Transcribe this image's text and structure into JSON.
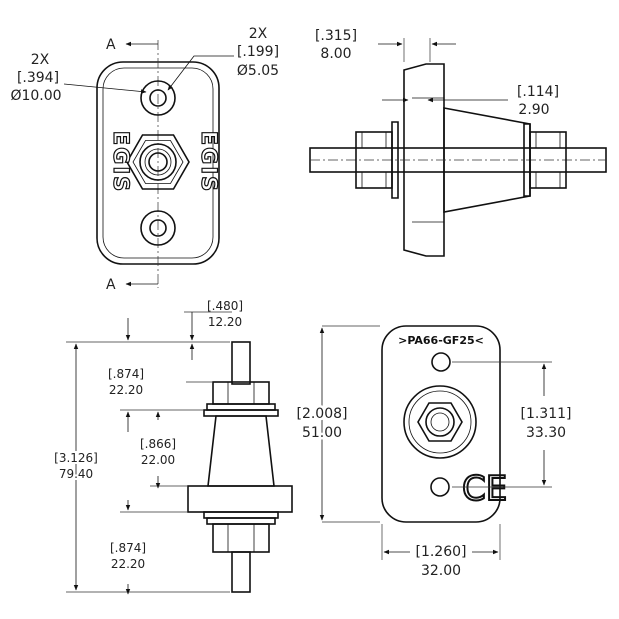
{
  "section_labels": {
    "a_top": "A",
    "a_bottom": "A"
  },
  "logo": {
    "left": "EGIS",
    "right": "EGIS"
  },
  "dims": {
    "small_hole": {
      "qty": "2X",
      "inch": "[.394]",
      "mm": "Ø10.00"
    },
    "large_hole": {
      "qty": "2X",
      "inch": "[.199]",
      "mm": "Ø5.05"
    },
    "flange_thickness": {
      "inch": "[.315]",
      "mm": "8.00"
    },
    "shoulder": {
      "inch": "[.114]",
      "mm": "2.90"
    },
    "stud_top": {
      "inch": "[.480]",
      "mm": "12.20"
    },
    "nut_top": {
      "inch": "[.874]",
      "mm": "22.20"
    },
    "body": {
      "inch": "[.866]",
      "mm": "22.00"
    },
    "overall_length": {
      "inch": "[3.126]",
      "mm": "79.40"
    },
    "nut_bottom": {
      "inch": "[.874]",
      "mm": "22.20"
    },
    "plate_height": {
      "inch": "[2.008]",
      "mm": "51.00"
    },
    "hole_spacing": {
      "inch": "[1.311]",
      "mm": "33.30"
    },
    "plate_width": {
      "inch": "[1.260]",
      "mm": "32.00"
    }
  },
  "material_marking": ">PA66-GF25<",
  "ce_mark": "CE"
}
